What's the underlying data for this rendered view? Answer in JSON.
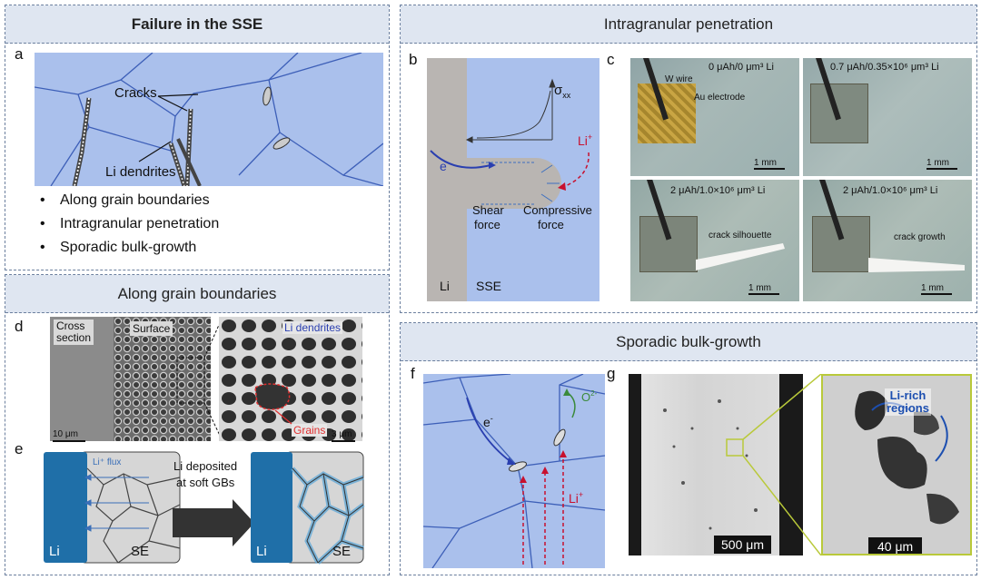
{
  "headers": {
    "failure": "Failure in the SSE",
    "intragranular": "Intragranular penetration",
    "along_gb": "Along grain boundaries",
    "sporadic": "Sporadic bulk-growth"
  },
  "panel_letters": {
    "a": "a",
    "b": "b",
    "c": "c",
    "d": "d",
    "e": "e",
    "f": "f",
    "g": "g"
  },
  "panel_a": {
    "cracks": "Cracks",
    "dendrites": "Li dendrites",
    "bullets": [
      "Along grain boundaries",
      "Intragranular penetration",
      "Sporadic bulk-growth"
    ]
  },
  "panel_b": {
    "sigma": "σ",
    "sigma_sub": "xx",
    "li_plus": "Li",
    "li_plus_sup": "+",
    "e_minus": "e",
    "e_sup": "-",
    "shear_1": "Shear",
    "shear_2": "force",
    "comp_1": "Compressive",
    "comp_2": "force",
    "li": "Li",
    "sse": "SSE"
  },
  "panel_c": {
    "w_wire": "W wire",
    "au_electrode": "Au electrode",
    "cap1": "0 μAh/0 μm³ Li",
    "cap2": "0.7 μAh/0.35×10⁶ μm³ Li",
    "cap3": "2 μAh/1.0×10⁶ μm³ Li",
    "cap4": "2 μAh/1.0×10⁶ μm³ Li",
    "silhouette": "crack silhouette",
    "growth": "crack growth",
    "scale": "1 mm"
  },
  "panel_d": {
    "cross_1": "Cross",
    "cross_2": "section",
    "surface": "Surface",
    "scale1": "10 μm",
    "dendrites": "Li dendrites",
    "grains": "Grains",
    "scale2": "3 μm"
  },
  "panel_e": {
    "flux": "Li⁺ flux",
    "arrow_1": "Li deposited",
    "arrow_2": "at soft GBs",
    "li_left": "Li",
    "se_left": "SE",
    "li_right": "Li",
    "se_right": "SE"
  },
  "panel_f": {
    "e_minus": "e",
    "e_sup": "-",
    "o2": "O",
    "o2_sup": "2-",
    "li_plus": "Li",
    "li_sup": "+"
  },
  "panel_g": {
    "scale1": "500 μm",
    "li_rich_1": "Li-rich",
    "li_rich_2": "regions",
    "scale2": "40 μm"
  },
  "colors": {
    "header_bg": "#dfe6f1",
    "sse_blue": "#aac0ec",
    "grain_line": "#3d5fb8",
    "li_bar": "#1f6fa8",
    "arrow_red": "#c8102e"
  }
}
